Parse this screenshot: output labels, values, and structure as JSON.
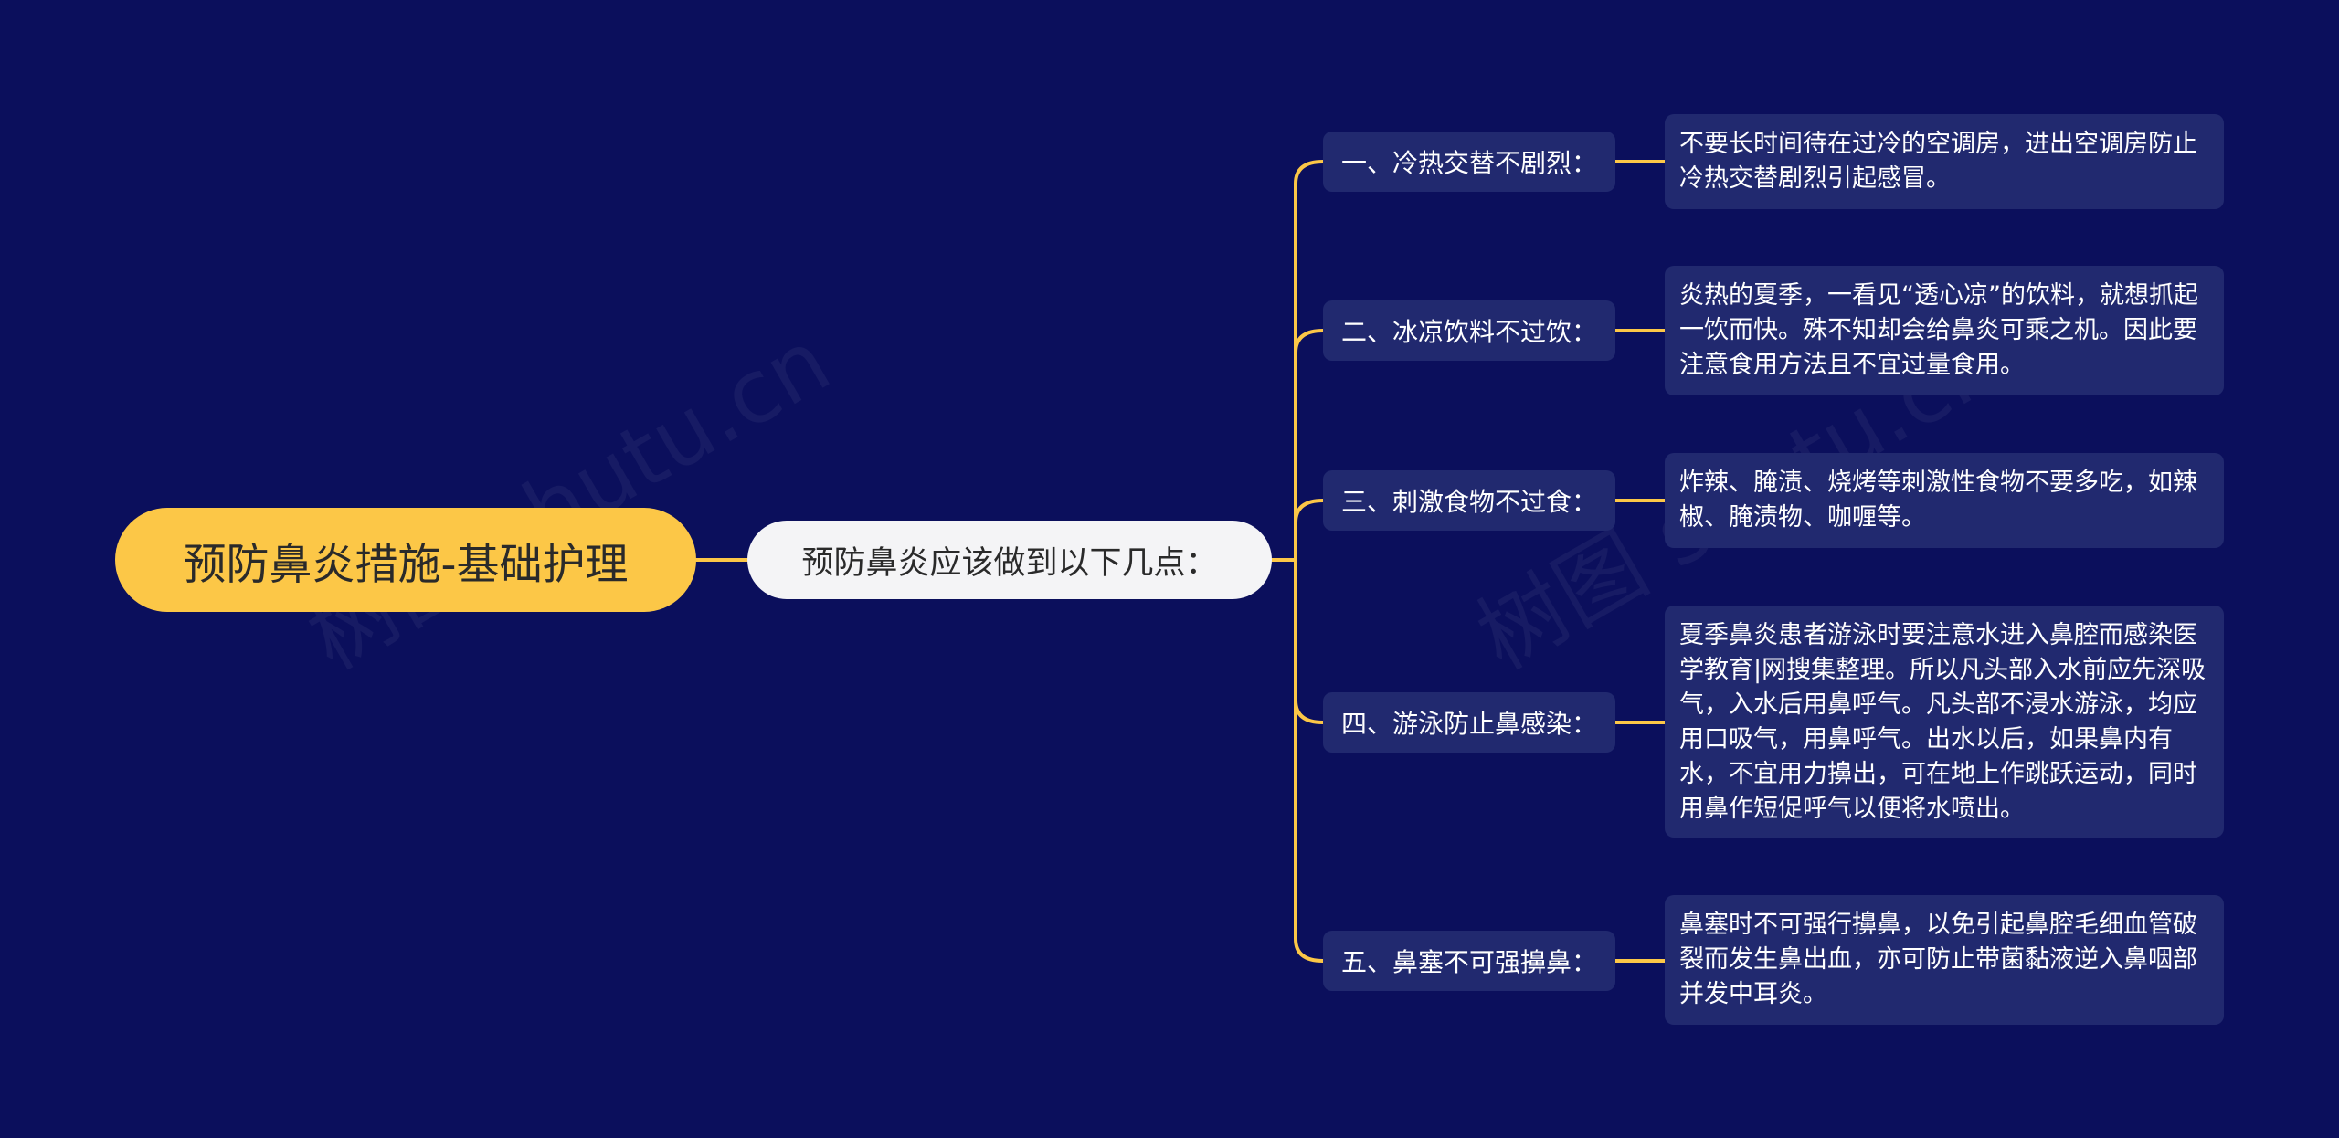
{
  "root": {
    "label": "预防鼻炎措施-基础护理"
  },
  "hub": {
    "label": "预防鼻炎应该做到以下几点："
  },
  "branches": [
    {
      "label": "一、冷热交替不剧烈：",
      "detail": "不要长时间待在过冷的空调房，进出空调房防止冷热交替剧烈引起感冒。"
    },
    {
      "label": "二、冰凉饮料不过饮：",
      "detail": "炎热的夏季，一看见“透心凉”的饮料，就想抓起一饮而快。殊不知却会给鼻炎可乘之机。因此要注意食用方法且不宜过量食用。"
    },
    {
      "label": "三、刺激食物不过食：",
      "detail": "炸辣、腌渍、烧烤等刺激性食物不要多吃，如辣椒、腌渍物、咖喱等。"
    },
    {
      "label": "四、游泳防止鼻感染：",
      "detail": "夏季鼻炎患者游泳时要注意水进入鼻腔而感染医学教育|网搜集整理。所以凡头部入水前应先深吸气，入水后用鼻呼气。凡头部不浸水游泳，均应用口吸气，用鼻呼气。出水以后，如果鼻内有水，不宜用力擤出，可在地上作跳跃运动，同时用鼻作短促呼气以便将水喷出。"
    },
    {
      "label": "五、鼻塞不可强擤鼻：",
      "detail": "鼻塞时不可强行擤鼻，以免引起鼻腔毛细血管破裂而发生鼻出血，亦可防止带菌黏液逆入鼻咽部并发中耳炎。"
    }
  ],
  "watermark": "树图 shutu.cn",
  "colors": {
    "background": "#0b0f5c",
    "root_fill": "#fcc747",
    "hub_fill": "#f4f4f6",
    "node_fill": "#21296f",
    "connector": "#fcc747"
  }
}
